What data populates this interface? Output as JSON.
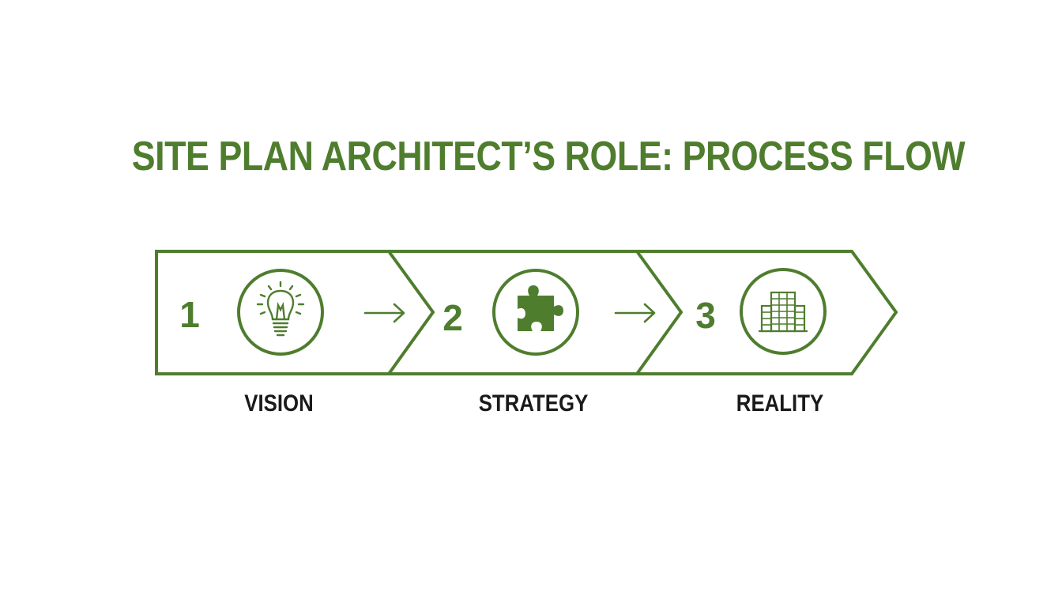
{
  "title": "SITE PLAN ARCHITECT’S ROLE: PROCESS FLOW",
  "colors": {
    "accent": "#4f7d2e",
    "label": "#1a1a1a",
    "background": "#ffffff"
  },
  "steps": [
    {
      "number": "1",
      "label": "VISION",
      "icon": "lightbulb-icon"
    },
    {
      "number": "2",
      "label": "STRATEGY",
      "icon": "puzzle-piece-icon"
    },
    {
      "number": "3",
      "label": "REALITY",
      "icon": "building-icon"
    }
  ]
}
